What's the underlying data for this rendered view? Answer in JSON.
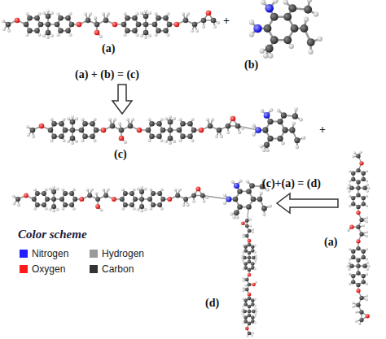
{
  "diagram": {
    "labels": [
      "(a)",
      "+",
      "(b)",
      "(a) + (b) = (c)",
      "(c)",
      "+",
      "(a)",
      "(c)+(a) = (d)",
      "(d)",
      "Color scheme"
    ],
    "legend": [
      {
        "text": "Nitrogen",
        "color": "#1f1fff"
      },
      {
        "text": "Hydrogen",
        "color": "#9a9a9a"
      },
      {
        "text": "Oxygen",
        "color": "#ff1a1a"
      },
      {
        "text": "Carbon",
        "color": "#333333"
      }
    ]
  }
}
